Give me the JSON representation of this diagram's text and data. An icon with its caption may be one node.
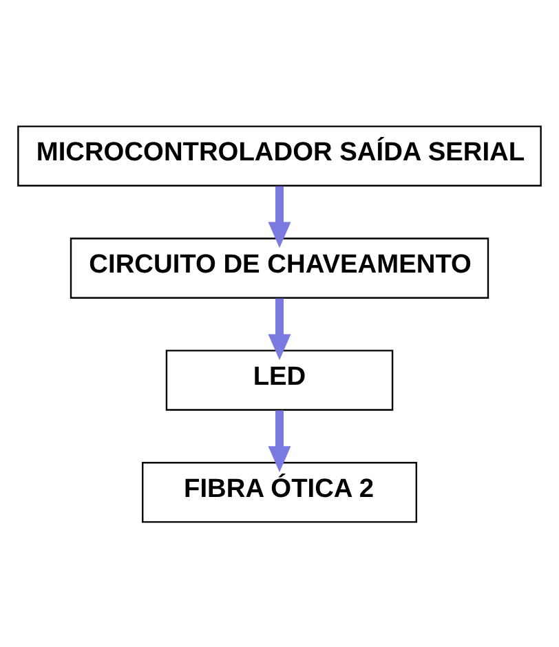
{
  "diagram": {
    "nodes": [
      {
        "text": [
          "MICROCONTROLADOR SAÍDA SERIAL"
        ]
      },
      {
        "text": [
          "CIRCUITO DE CHAVEAMENTO"
        ]
      },
      {
        "text": [
          "LED"
        ]
      },
      {
        "text": [
          "FIBRA ÓTICA 2"
        ]
      }
    ],
    "edges": [
      {
        "from": 0,
        "to": 1,
        "arrow": "to"
      },
      {
        "from": 1,
        "to": 2,
        "arrow": "to"
      },
      {
        "from": 2,
        "to": 3,
        "arrow": "to"
      }
    ]
  }
}
